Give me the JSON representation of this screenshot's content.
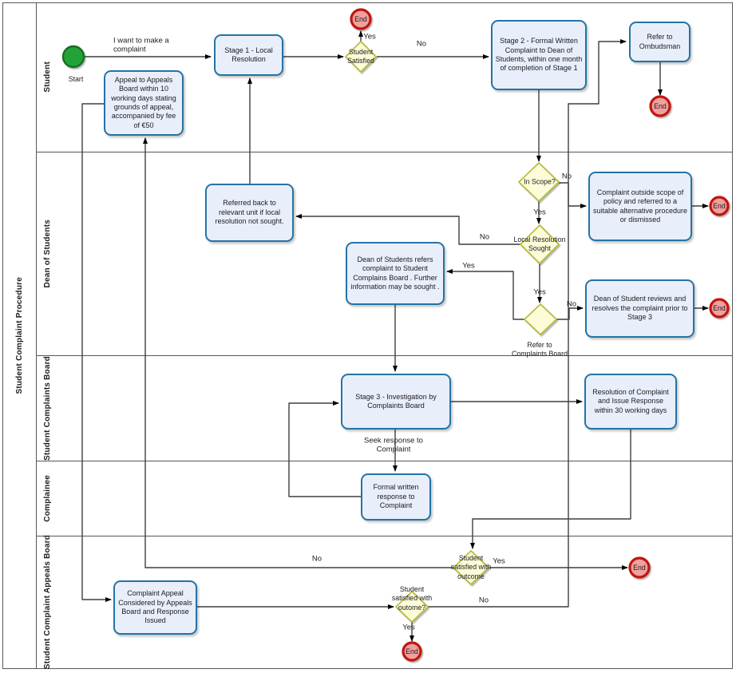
{
  "colors": {
    "task_fill": "#e9eefb",
    "task_stroke": "#2374a5",
    "decision_fill": "#fcfcd8",
    "decision_stroke": "#b4ba39",
    "start_fill": "#23a337",
    "start_stroke": "#156e20",
    "end_fill": "#f0a09e",
    "end_stroke": "#c1140e",
    "edge": "#3f3f3f",
    "lane_border": "#575757",
    "text": "#1c1c1c"
  },
  "pool": {
    "title": "Student Complaint Procedure"
  },
  "lanes": [
    {
      "label": "Student"
    },
    {
      "label": "Dean of Students"
    },
    {
      "label": "Student Complaints Board"
    },
    {
      "label": "Complainee"
    },
    {
      "label": "Student Complaint Appeals Board"
    }
  ],
  "events": {
    "start": "Start",
    "end": "End"
  },
  "tasks": {
    "stage1": {
      "label": "Stage 1 - Local Resolution"
    },
    "stage2": {
      "label": "Stage 2 - Formal Written Complaint to Dean of Students, within one month of completion of Stage 1"
    },
    "ombudsman": {
      "label": "Refer to Ombudsman"
    },
    "appeal": {
      "label": "Appeal to Appeals Board within 10 working days stating grounds of appeal, accompanied by fee of €50"
    },
    "referred_back": {
      "label": "Referred back to relevant unit if local resolution not sought."
    },
    "dean_refers": {
      "label": "Dean of Students refers complaint to Student Complains Board . Further information may be sought ."
    },
    "outside_scope": {
      "label": "Complaint outside scope of policy and referred to a suitable alternative procedure or dismissed"
    },
    "dean_reviews": {
      "label": "Dean of Student reviews and resolves the complaint prior to Stage 3"
    },
    "stage3": {
      "label": "Stage 3 - Investigation by Complaints Board"
    },
    "resolution": {
      "label": "Resolution of Complaint and Issue Response within 30 working days"
    },
    "formal_response": {
      "label": "Formal written response to Complaint"
    },
    "appeal_considered": {
      "label": "Complaint Appeal Considered by Appeals Board and Response Issued"
    }
  },
  "decisions": {
    "student_satisfied": {
      "label": "Student\nSatisfied"
    },
    "in_scope": {
      "label": "In Scope?"
    },
    "local_resolution": {
      "label": "Local Resolution\nSought"
    },
    "refer_board": {
      "label": "Refer to\nComplaints Board"
    },
    "outcome1": {
      "label": "Student\nsatisfied with\noutcome"
    },
    "outcome2": {
      "label": "Student\nsatisfied with\noutome?"
    }
  },
  "edge_labels": {
    "yes": "Yes",
    "no": "No",
    "make_complaint": "I want to make a\ncomplaint",
    "seek_response": "Seek response to\nComplaint"
  }
}
